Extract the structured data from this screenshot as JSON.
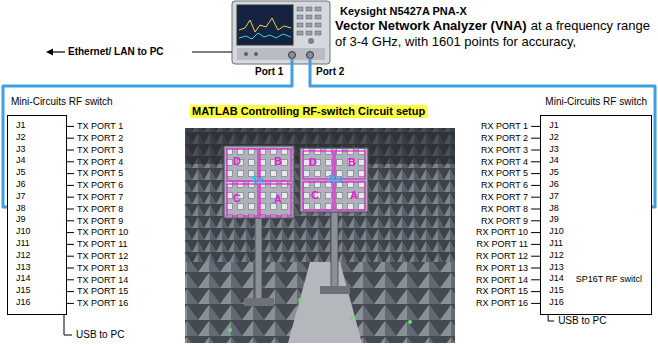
{
  "diagram": {
    "nodes": [
      {
        "text": [
          "Mini-Circuits RF switch",
          "J1",
          "J2",
          "J3",
          "J4",
          "J5",
          "J6",
          "J7",
          "J8",
          "J9",
          "J10",
          "J11",
          "J12",
          "J13",
          "J14",
          "J15",
          "J16"
        ]
      },
      {
        "text": [
          "Mini-Circuits RF switch",
          "J1",
          "J2",
          "J3",
          "J4",
          "J5",
          "J6",
          "J7",
          "J8",
          "J9",
          "J10",
          "J11",
          "J12",
          "J13",
          "J14",
          "J15",
          "J16",
          "SP16T RF switcl"
        ]
      }
    ],
    "labels": [
      "Keysight N5427A PNA-X",
      "Vector Network Analyzer (VNA)",
      "at a frequency range of 3-4 GHz, with 1601 points for accuracy,",
      "Ethernet/ LAN to PC",
      "Port 1",
      "Port 2",
      "MATLAB Controlling RF-switch Circuit setup",
      "D",
      "B",
      "Tx",
      "C",
      "A",
      "D",
      "B",
      "Rx",
      "C",
      "A",
      "TX PORT 1",
      "TX PORT 2",
      "TX PORT 3",
      "TX PORT 4",
      "TX PORT 5",
      "TX PORT 6",
      "TX PORT 7",
      "TX PORT 8",
      "TX PORT 9",
      "TX PORT 10",
      "TX PORT 11",
      "TX PORT 12",
      "TX PORT 13",
      "TX PORT 14",
      "TX PORT 15",
      "TX PORT 16",
      "RX PORT 1",
      "RX PORT 2",
      "RX PORT 3",
      "RX PORT 4",
      "RX PORT 5",
      "RX PORT 6",
      "RX PORT 7",
      "RX PORT 8",
      "RX PORT 9",
      "RX PORT 10",
      "RX PORT 11",
      "RX PORT 12",
      "RX PORT 13",
      "RX PORT 14",
      "RX PORT 15",
      "RX PORT 16",
      "USB to PC",
      "USB to PC"
    ]
  }
}
